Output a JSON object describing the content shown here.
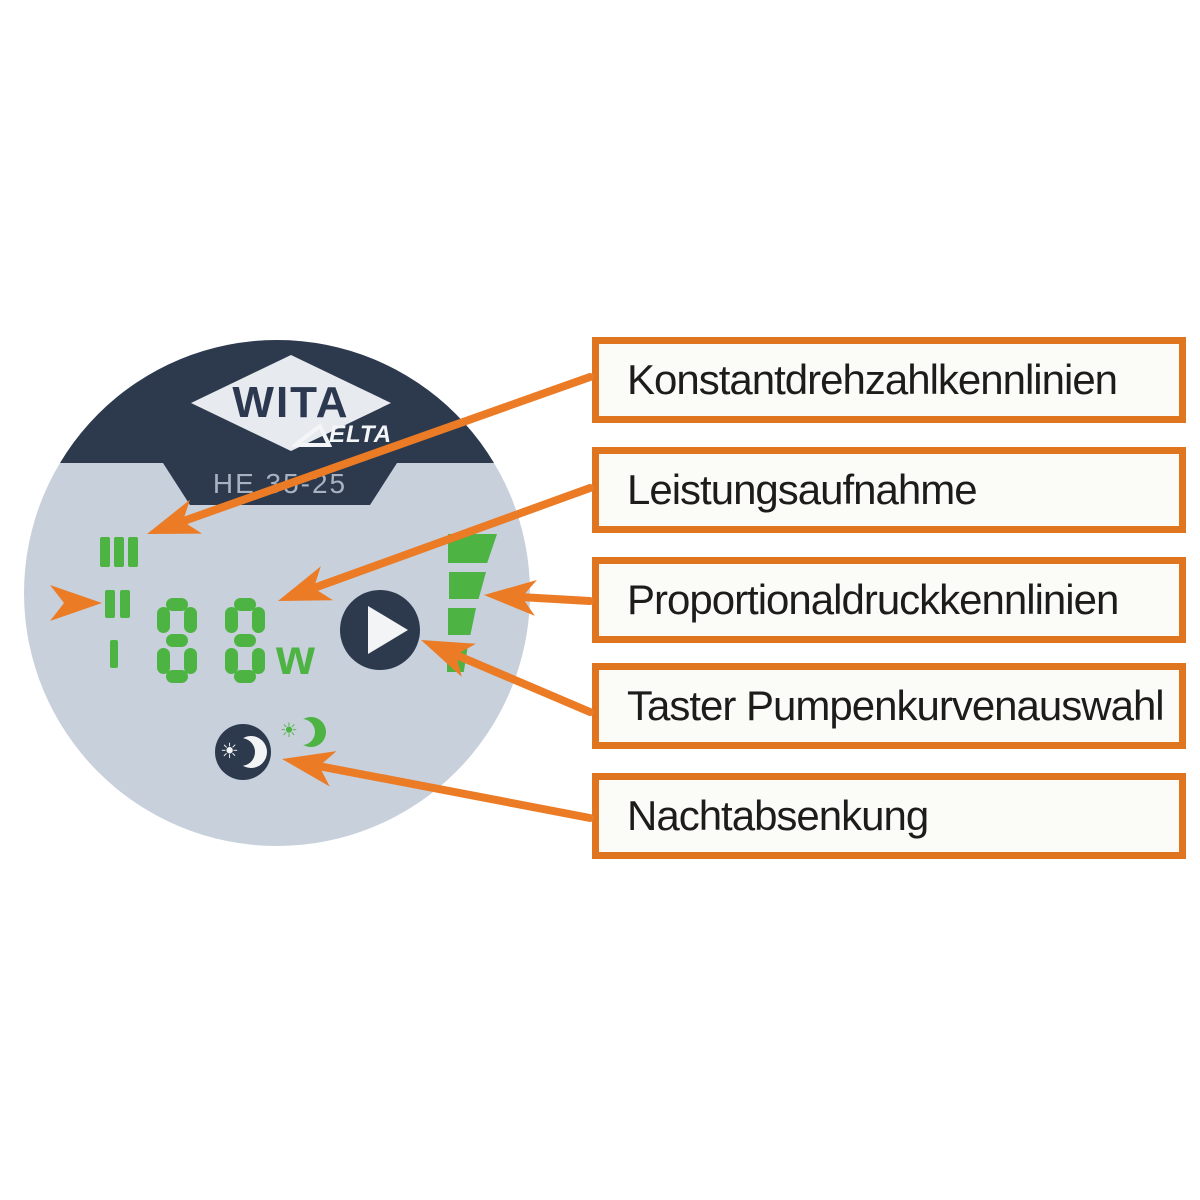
{
  "colors": {
    "orange": "#ec7b25",
    "green": "#4db342",
    "navy": "#2d3a4e",
    "panel_gray": "#c7d0db",
    "box_border": "#e0751f"
  },
  "pump": {
    "brand": "WITA",
    "brand_sub": "ELTA",
    "model": "HE 35-25",
    "display": {
      "value": "88",
      "unit": "w"
    },
    "speed_levels": [
      {
        "label": "III",
        "bars": 3
      },
      {
        "label": "II",
        "bars": 2
      },
      {
        "label": "I",
        "bars": 1
      }
    ],
    "proportional_pressure_bars": 4
  },
  "labels": [
    {
      "text": "Konstantdrehzahlkennlinien"
    },
    {
      "text": "Leistungsaufnahme"
    },
    {
      "text": "Proportionaldruckkennlinien"
    },
    {
      "text": "Taster Pumpenkurvenauswahl"
    },
    {
      "text": "Nachtabsenkung"
    }
  ],
  "arrows": [
    {
      "name": "arrow-konstantdrehzahl",
      "from": [
        590,
        377
      ],
      "to": [
        147,
        534
      ]
    },
    {
      "name": "arrow-leistungsaufnahme",
      "from": [
        590,
        488
      ],
      "to": [
        278,
        601
      ]
    },
    {
      "name": "arrow-proportionaldruck",
      "from": [
        590,
        601
      ],
      "to": [
        484,
        595
      ]
    },
    {
      "name": "arrow-taster",
      "from": [
        590,
        712
      ],
      "to": [
        421,
        640
      ]
    },
    {
      "name": "arrow-nachtabsenkung",
      "from": [
        590,
        818
      ],
      "to": [
        282,
        759
      ]
    },
    {
      "name": "arrow-speed-level-ii",
      "from": [
        48,
        603
      ],
      "to": [
        102,
        603
      ]
    }
  ]
}
